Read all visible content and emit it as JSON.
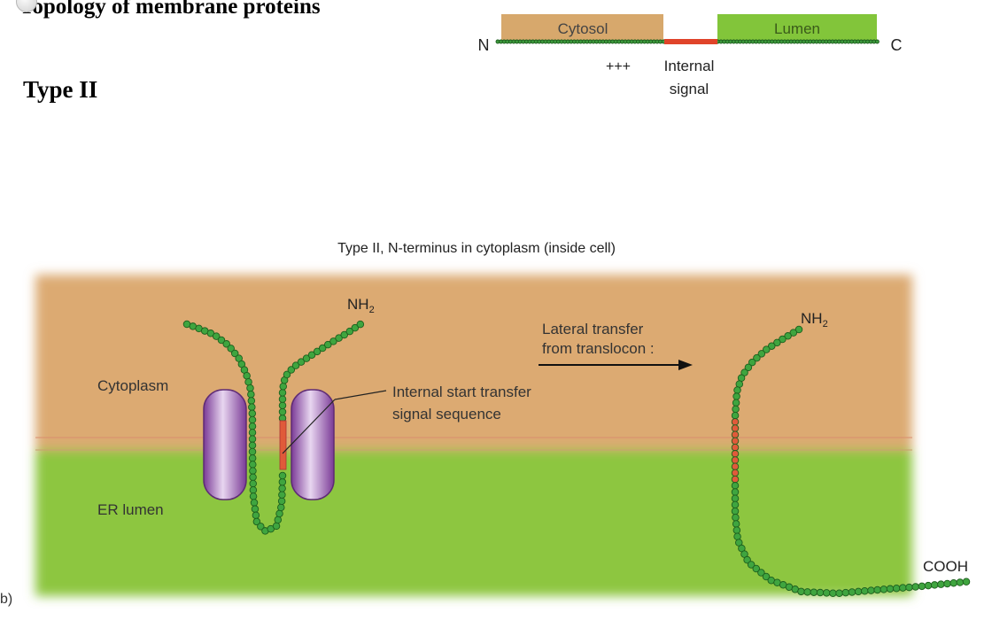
{
  "header": {
    "title": "Topology of membrane proteins",
    "subtitle": "Type II"
  },
  "schematic": {
    "n_label": "N",
    "c_label": "C",
    "cytosol_label": "Cytosol",
    "lumen_label": "Lumen",
    "charge_label": "+++",
    "signal_label_line1": "Internal",
    "signal_label_line2": "signal"
  },
  "figure": {
    "caption": "Type II, N-terminus in cytoplasm (inside cell)",
    "cytoplasm_label": "Cytoplasm",
    "er_lumen_label": "ER lumen",
    "nh2_left": "NH",
    "nh2_right": "NH",
    "nh2_subscript": "2",
    "signal_line1": "Internal start transfer",
    "signal_line2": "signal sequence",
    "transfer_line1": "Lateral transfer",
    "transfer_line2": "from translocon :",
    "cooh_label": "COOH",
    "panel_letter": "b)"
  },
  "colors": {
    "cytoplasm": "#dcaa72",
    "lumen": "#8dc63f",
    "bead_green": "#3fa53f",
    "bead_red": "#e05a3a",
    "translocon": "#9b59b6"
  }
}
